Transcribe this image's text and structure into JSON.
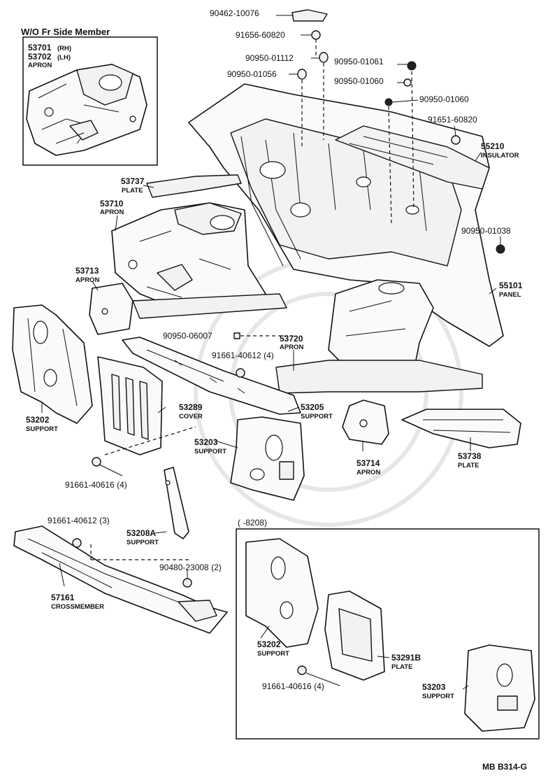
{
  "inset_top": {
    "header": "W/O  Fr Side Member",
    "part1": "53701",
    "part1_suffix": "(RH)",
    "part2": "53702",
    "part2_suffix": "(LH)",
    "name": "APRON"
  },
  "inset_bottom": {
    "header": "(      -8208)"
  },
  "callouts": {
    "c90462": "90462-10076",
    "c91656": "91656-60820",
    "c90950_01112": "90950-01112",
    "c90950_01061": "90950-01061",
    "c90950_01056": "90950-01056",
    "c90950_01060a": "90950-01060",
    "c90950_01060b": "90950-01060",
    "c91651": "91651-60820",
    "c55210": "55210",
    "n55210": "INSULATOR",
    "c53737": "53737",
    "n53737": "PLATE",
    "c53710": "53710",
    "n53710": "APRON",
    "c90950_01038": "90950-01038",
    "c53713": "53713",
    "n53713": "APRON",
    "c55101": "55101",
    "n55101": "PANEL",
    "c90950_06007": "90950-06007",
    "c53720": "53720",
    "n53720": "APRON",
    "c91661_40612a": "91661-40612 (4)",
    "c53289": "53289",
    "n53289": "COVER",
    "c53205": "53205",
    "n53205": "SUPPORT",
    "c53202a": "53202",
    "n53202a": "SUPPORT",
    "c53203a": "53203",
    "n53203a": "SUPPORT",
    "c53714": "53714",
    "n53714": "APRON",
    "c53738": "53738",
    "n53738": "PLATE",
    "c91661_40616a": "91661-40616 (4)",
    "c91661_40612b": "91661-40612 (3)",
    "c53208a": "53208A",
    "n53208a": "SUPPORT",
    "c90480": "90480-23008 (2)",
    "c57161": "57161",
    "n57161": "CROSSMEMBER",
    "c53202b": "53202",
    "n53202b": "SUPPORT",
    "c53291b": "53291B",
    "n53291b": "PLATE",
    "c91661_40616b": "91661-40616 (4)",
    "c53203b": "53203",
    "n53203b": "SUPPORT"
  },
  "footer": {
    "code": "MB  B314-G"
  }
}
